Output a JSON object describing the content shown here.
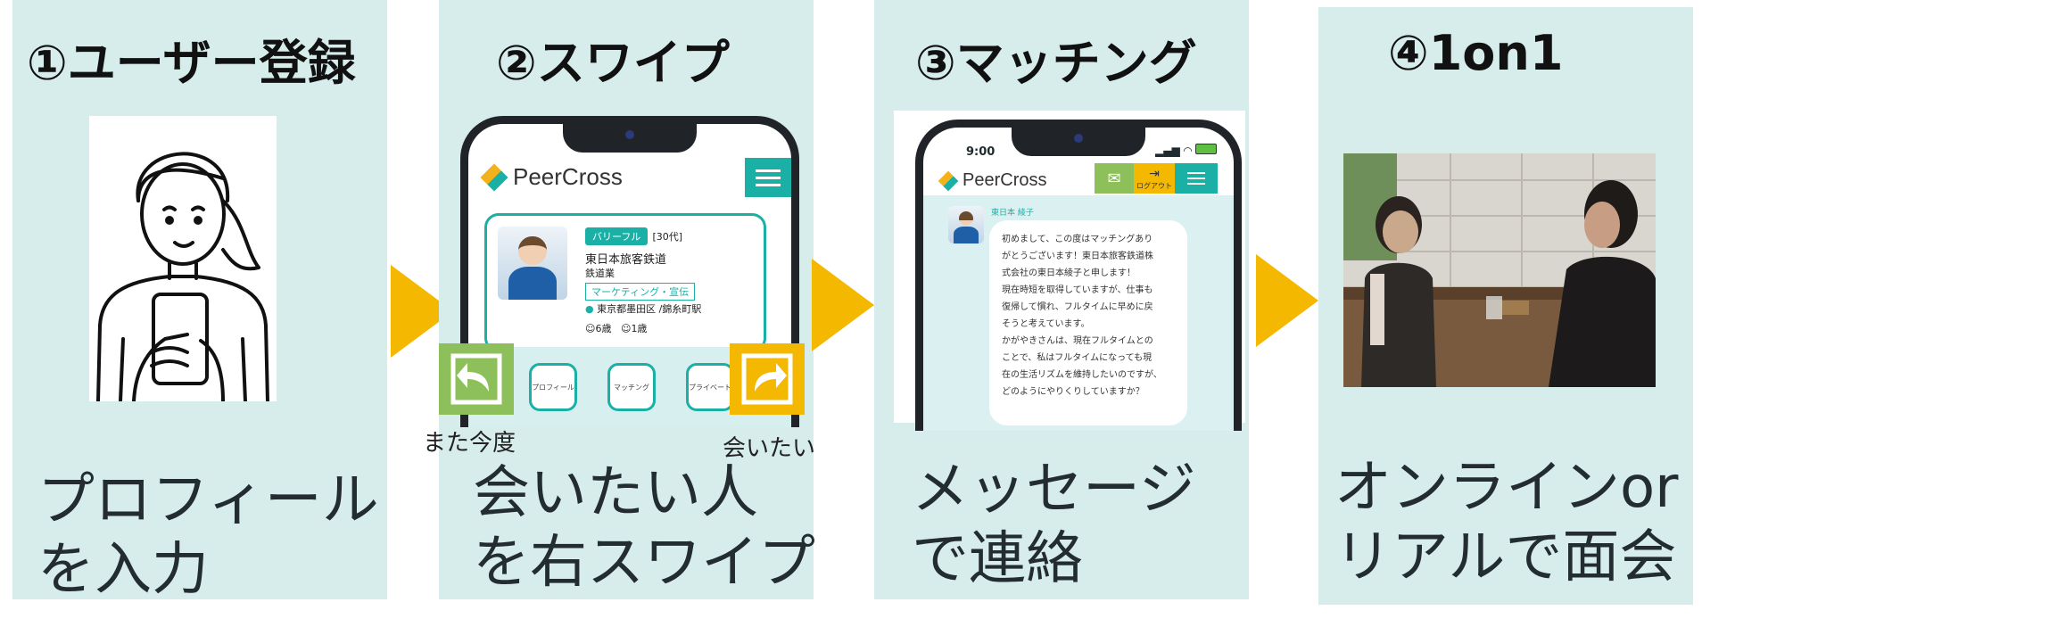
{
  "steps": [
    {
      "title": "①ユーザー登録",
      "desc": "プロフィール\nを入力"
    },
    {
      "title": "②スワイプ",
      "desc": "会いたい人\nを右スワイプ"
    },
    {
      "title": "③マッチング",
      "desc": "メッセージ\nで連絡"
    },
    {
      "title": "④1on1",
      "desc": "オンラインor\nリアルで面会"
    }
  ],
  "app": {
    "logo": "PeerCross"
  },
  "profile_card": {
    "badge": "バリーフル",
    "age": "[30代]",
    "company": "東日本旅客鉄道",
    "industry": "鉄道業",
    "job_tag": "マーケティング・宣伝",
    "location": "東京都墨田区 /錦糸町駅",
    "child1": "6歳",
    "child2": "1歳"
  },
  "swipe": {
    "left_label": "また今度",
    "right_label": "会いたい",
    "nav_items": [
      "プロフィール",
      "マッチング",
      "プライベート"
    ]
  },
  "chat": {
    "time": "9:00",
    "sender": "東日本 綾子",
    "logout": "ログアウト",
    "message": "初めまして、この度はマッチングあり\nがとうございます！東日本旅客鉄道株\n式会社の東日本綾子と申します！\n現在時短を取得していますが、仕事も\n復帰して慣れ、フルタイムに早めに戻\nそうと考えています。\nかがやきさんは、現在フルタイムとの\nことで、私はフルタイムになっても現\n在の生活リズムを維持したいのですが、\nどのようにやりくりしていますか？"
  },
  "colors": {
    "panel": "#d6edec",
    "arrow": "#f5b800",
    "teal": "#1ab0a6",
    "swipe_left": "#8dc05a",
    "swipe_right": "#f5b800"
  }
}
